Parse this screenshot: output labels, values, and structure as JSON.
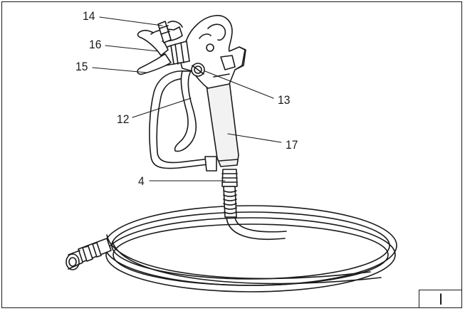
{
  "callouts": [
    {
      "id": "c14",
      "label": "14"
    },
    {
      "id": "c16",
      "label": "16"
    },
    {
      "id": "c15",
      "label": "15"
    },
    {
      "id": "c13",
      "label": "13"
    },
    {
      "id": "c12",
      "label": "12"
    },
    {
      "id": "c17",
      "label": "17"
    },
    {
      "id": "c4",
      "label": "4"
    }
  ],
  "figure_marker": "I",
  "colors": {
    "line": "#1a1a1a",
    "fill": "#ffffff",
    "grip": "#f2f2f2"
  }
}
